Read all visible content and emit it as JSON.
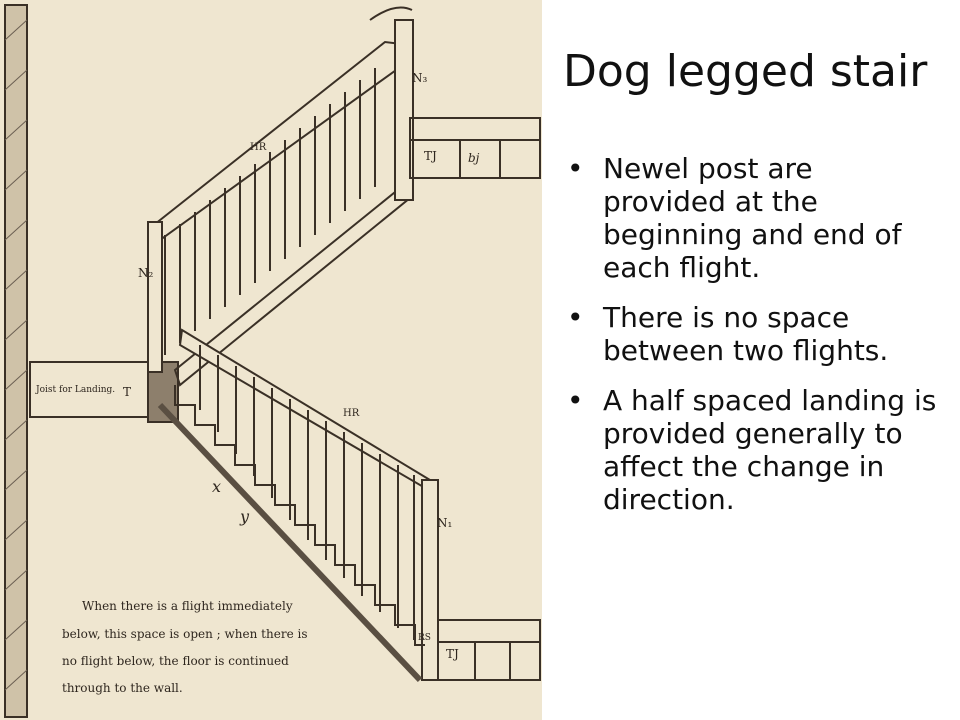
{
  "slide": {
    "title": "Dog legged stair",
    "bullets": [
      {
        "text": "Newel post are provided at the beginning and end of each flight."
      },
      {
        "text": "There is no space between two flights."
      },
      {
        "text": "A half spaced landing is provided generally to affect the change in direction."
      }
    ]
  },
  "drawing": {
    "labels": {
      "joist": "Joist for Landing.",
      "n1": "N₁",
      "n2": "N₂",
      "n3": "N₃",
      "hr": "HR",
      "tj": "TJ",
      "bj": "bj",
      "x": "x",
      "y": "y",
      "t": "T",
      "rs": "RS",
      "caption_line1": "When there is a flight immediately",
      "caption_line2": "below, this space is open ; when there is",
      "caption_line3": "no flight below, the floor is continued",
      "caption_line4": "through to the wall."
    },
    "colors": {
      "ink": "#3a3026",
      "paper": "#efe6d0",
      "hatch": "#6b5f52"
    }
  }
}
